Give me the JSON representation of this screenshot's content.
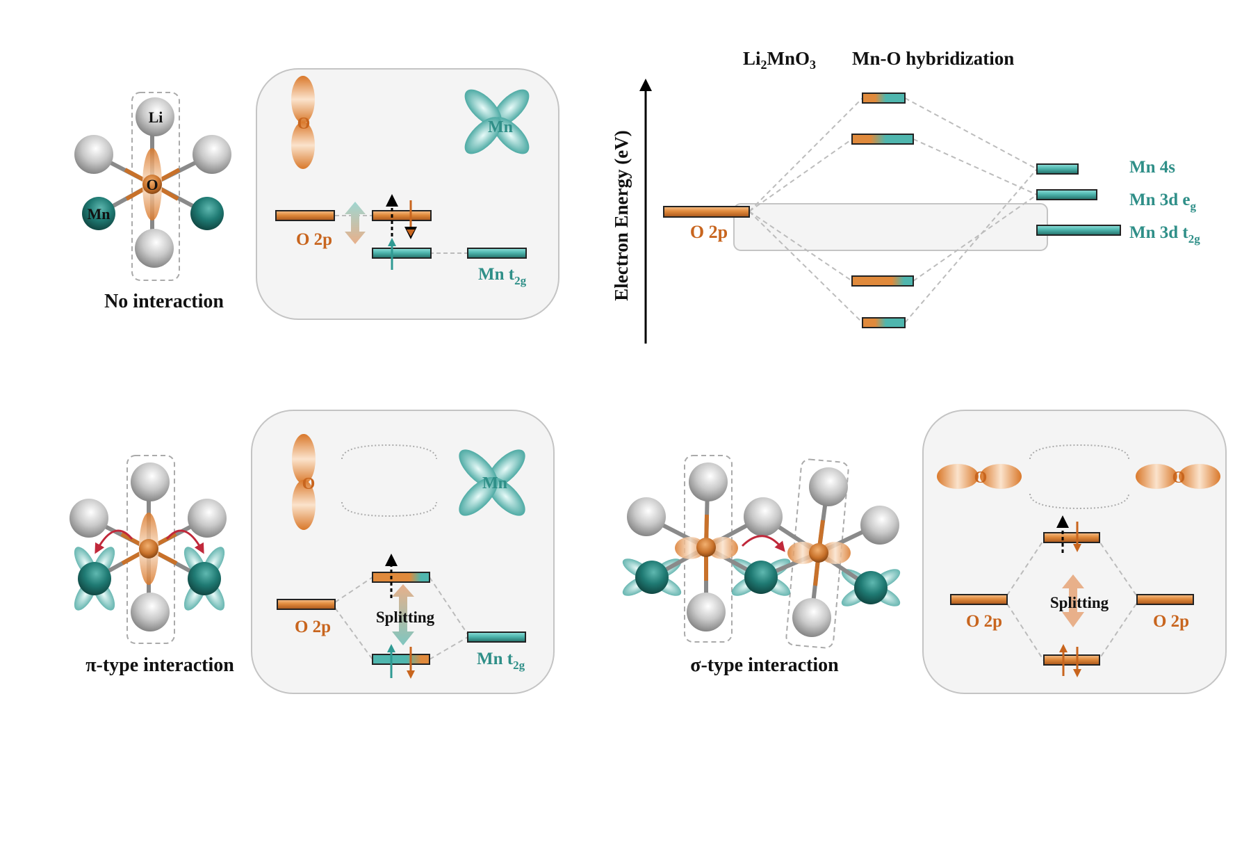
{
  "colors": {
    "oxygen": "#d9782a",
    "manganese": "#2f9a93",
    "lithium": "#c8c8c8",
    "panel_bg": "#f4f4f4",
    "panel_border": "#bdbdbd",
    "text": "#111111",
    "hopping_arrow": "#c0283a"
  },
  "panels": {
    "no_interaction": {
      "caption": "No interaction",
      "atom_labels": {
        "li": "Li",
        "o": "O",
        "mn": "Mn"
      },
      "orbital_labels": {
        "o": "O",
        "mn": "Mn"
      },
      "level_labels": {
        "o2p": "O 2p",
        "mn_t2g_main": "Mn t",
        "mn_t2g_sub": "2g"
      }
    },
    "pi_type": {
      "caption": "π-type interaction",
      "orbital_labels": {
        "o": "O",
        "mn": "Mn"
      },
      "level_labels": {
        "o2p": "O 2p",
        "mn_t2g_main": "Mn t",
        "mn_t2g_sub": "2g"
      },
      "splitting_label": "Splitting"
    },
    "sigma_type": {
      "caption": "σ-type interaction",
      "orbital_labels": {
        "o_left": "O",
        "o_right": "O"
      },
      "level_labels": {
        "o2p_left": "O 2p",
        "o2p_right": "O 2p"
      },
      "splitting_label": "Splitting"
    }
  },
  "mo_diagram": {
    "title_compound_main": "Li",
    "title_compound_sub1": "2",
    "title_compound_mid": "MnO",
    "title_compound_sub2": "3",
    "title_hybridization": "Mn-O hybridization",
    "axis_label": "Electron Energy (eV)",
    "left_level": "O 2p",
    "right_levels": [
      {
        "main": "Mn 4s",
        "sub": ""
      },
      {
        "main": "Mn 3d e",
        "sub": "g"
      },
      {
        "main": "Mn 3d t",
        "sub": "2g"
      }
    ],
    "hybrid_level_count": 4
  }
}
